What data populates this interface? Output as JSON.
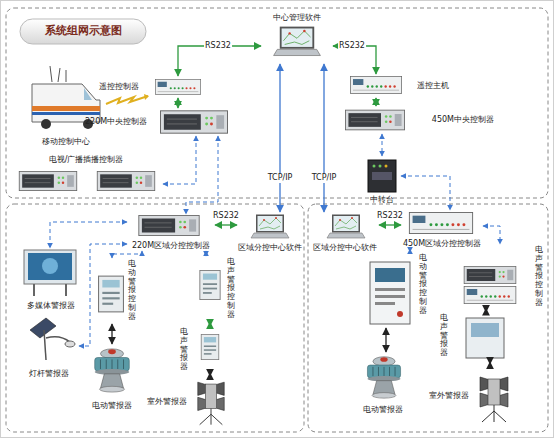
{
  "diagram": {
    "title": "系统组网示意图",
    "nodes": [
      {
        "text": [
          "中心管理软件"
        ]
      },
      {
        "text": [
          "遥控控制器"
        ]
      },
      {
        "text": [
          "遥控主机"
        ]
      },
      {
        "text": [
          "220M中央控制器"
        ]
      },
      {
        "text": [
          "450M中央控制器"
        ]
      },
      {
        "text": [
          "移动控制中心"
        ]
      },
      {
        "text": [
          "电视/广播插播控制器"
        ]
      },
      {
        "text": [
          "中转台"
        ]
      },
      {
        "text": [
          "220M区域分控控制器"
        ]
      },
      {
        "text": [
          "区域分控中心软件"
        ]
      },
      {
        "text": [
          "多媒体警报器"
        ]
      },
      {
        "text": [
          "灯杆警报器"
        ]
      },
      {
        "text": [
          "电动警报控制器"
        ]
      },
      {
        "text": [
          "电动警报器"
        ]
      },
      {
        "text": [
          "电声警报控制器"
        ]
      },
      {
        "text": [
          "电声警报器"
        ]
      },
      {
        "text": [
          "室外警报器"
        ]
      },
      {
        "text": [
          "区域分控中心软件"
        ]
      },
      {
        "text": [
          "450M区域分控控制器"
        ]
      },
      {
        "text": [
          "电动警报控制器"
        ]
      },
      {
        "text": [
          "电动警报器"
        ]
      },
      {
        "text": [
          "电声警报控制器"
        ]
      },
      {
        "text": [
          "电声警报器"
        ]
      },
      {
        "text": [
          "室外警报器"
        ]
      }
    ],
    "edges": [
      {
        "from": 1,
        "to": 0,
        "label": "RS232",
        "arrow": "both"
      },
      {
        "from": 0,
        "to": 2,
        "label": "RS232",
        "arrow": "both"
      },
      {
        "from": 1,
        "to": 3,
        "arrow": "both"
      },
      {
        "from": 2,
        "to": 4,
        "arrow": "both"
      },
      {
        "from": 0,
        "to": 9,
        "label": "TCP/IP",
        "arrow": "both"
      },
      {
        "from": 0,
        "to": 17,
        "label": "TCP/IP",
        "arrow": "both"
      },
      {
        "from": 3,
        "to": 6,
        "arrow": "both"
      },
      {
        "from": 3,
        "to": 8,
        "arrow": "both"
      },
      {
        "from": 4,
        "to": 7,
        "arrow": "both"
      },
      {
        "from": 7,
        "to": 18,
        "arrow": "both"
      },
      {
        "from": 9,
        "to": 8,
        "label": "RS232",
        "arrow": "both"
      },
      {
        "from": 17,
        "to": 18,
        "label": "RS232",
        "arrow": "both"
      },
      {
        "from": 8,
        "to": 10,
        "arrow": "both"
      },
      {
        "from": 8,
        "to": 11,
        "arrow": "both"
      },
      {
        "from": 8,
        "to": 12,
        "arrow": "both"
      },
      {
        "from": 8,
        "to": 14,
        "arrow": "both"
      },
      {
        "from": 12,
        "to": 13,
        "arrow": "both"
      },
      {
        "from": 14,
        "to": 15,
        "arrow": "both"
      },
      {
        "from": 15,
        "to": 16,
        "arrow": "both"
      },
      {
        "from": 18,
        "to": 19,
        "arrow": "both"
      },
      {
        "from": 18,
        "to": 21,
        "arrow": "both"
      },
      {
        "from": 19,
        "to": 20,
        "arrow": "both"
      },
      {
        "from": 21,
        "to": 22,
        "arrow": "both"
      },
      {
        "from": 22,
        "to": 23,
        "arrow": "both"
      }
    ]
  }
}
